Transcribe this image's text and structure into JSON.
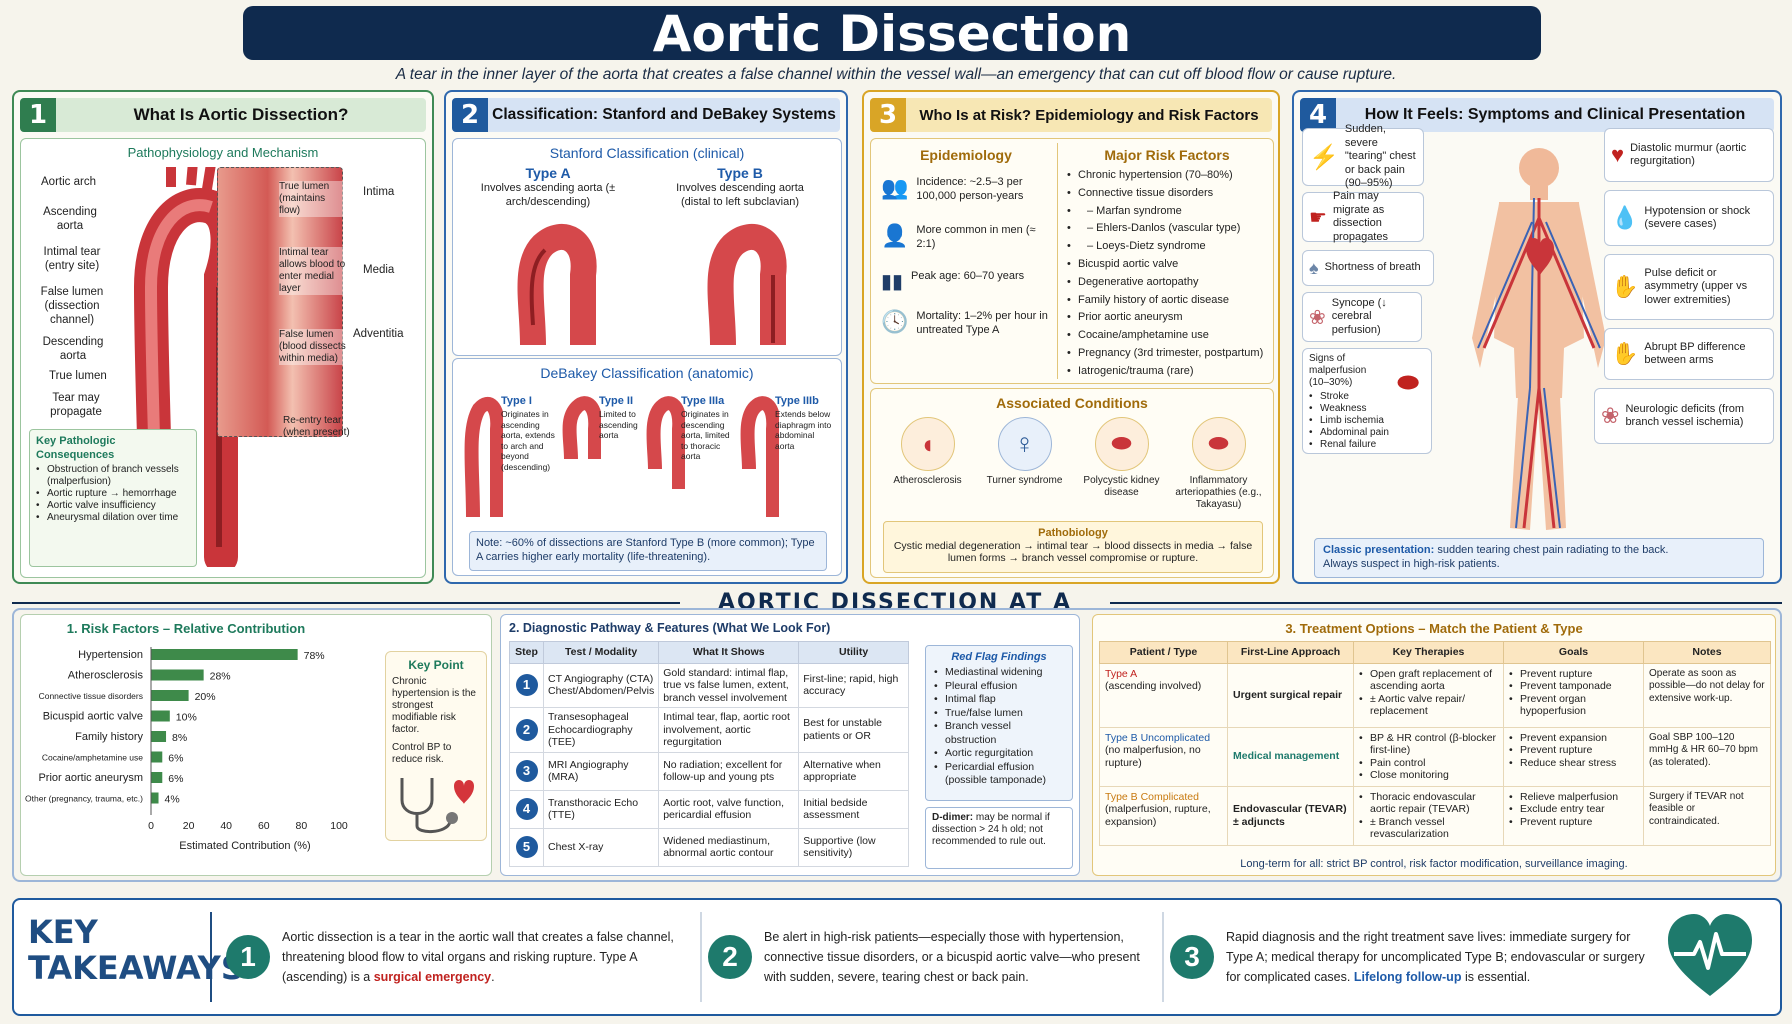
{
  "header": {
    "title": "Aortic Dissection",
    "subtitle": "A tear in the inner layer of the aorta that creates a false channel within the vessel wall—an emergency that can cut off blood flow or cause rupture."
  },
  "panel1": {
    "num": "1",
    "title": "What Is Aortic Dissection?",
    "sub": "Pathophysiology and Mechanism",
    "left_labels": [
      "Aortic arch",
      "Ascending aorta",
      "Intimal tear (entry site)",
      "False lumen (dissection channel)",
      "Descending aorta",
      "True lumen",
      "Tear may propagate"
    ],
    "inset_labels": [
      "True lumen (maintains flow)",
      "Intimal tear allows blood to enter medial layer",
      "False lumen (blood dissects within media)",
      "Re-entry tear (when present)"
    ],
    "layer_labels": [
      "Intima",
      "Media",
      "Adventitia"
    ],
    "consequences_title": "Key Pathologic Consequences",
    "consequences": [
      "Obstruction of branch vessels (malperfusion)",
      "Aortic rupture → hemorrhage",
      "Aortic valve insufficiency",
      "Aneurysmal dilation over time"
    ]
  },
  "panel2": {
    "num": "2",
    "title": "Classification: Stanford and DeBakey Systems",
    "stanford_title": "Stanford Classification",
    "stanford_tag": "(clinical)",
    "typeA_title": "Type A",
    "typeA_desc": "Involves ascending aorta (± arch/descending)",
    "typeB_title": "Type B",
    "typeB_desc": "Involves descending aorta (distal to left subclavian)",
    "debakey_title": "DeBakey Classification",
    "debakey_tag": "(anatomic)",
    "debakey": [
      {
        "name": "Type I",
        "desc": "Originates in ascending aorta, extends to arch and beyond (descending)"
      },
      {
        "name": "Type II",
        "desc": "Limited to ascending aorta"
      },
      {
        "name": "Type IIIa",
        "desc": "Originates in descending aorta, limited to thoracic aorta"
      },
      {
        "name": "Type IIIb",
        "desc": "Extends below diaphragm into abdominal aorta"
      }
    ],
    "note": "Note: ~60% of dissections are Stanford Type B (more common); Type A carries higher early mortality (life-threatening)."
  },
  "panel3": {
    "num": "3",
    "title": "Who Is at Risk? Epidemiology and Risk Factors",
    "epi_title": "Epidemiology",
    "epi": [
      "Incidence: ~2.5–3 per 100,000 person-years",
      "More common in men (≈ 2:1)",
      "Peak age: 60–70 years",
      "Mortality: 1–2% per hour in untreated Type A"
    ],
    "rf_title": "Major Risk Factors",
    "risk_factors": [
      "Chronic hypertension (70–80%)",
      "Connective tissue disorders",
      "– Marfan syndrome",
      "– Ehlers-Danlos (vascular type)",
      "– Loeys-Dietz syndrome",
      "Bicuspid aortic valve",
      "Degenerative aortopathy",
      "Family history of aortic disease",
      "Prior aortic aneurysm",
      "Cocaine/amphetamine use",
      "Pregnancy (3rd trimester, postpartum)",
      "Iatrogenic/trauma (rare)"
    ],
    "assoc_title": "Associated Conditions",
    "assoc": [
      "Atherosclerosis",
      "Turner syndrome",
      "Polycystic kidney disease",
      "Inflammatory arteriopathies (e.g., Takayasu)"
    ],
    "patho_title": "Pathobiology",
    "patho": "Cystic medial degeneration → intimal tear → blood dissects in media → false lumen forms → branch vessel compromise or rupture."
  },
  "panel4": {
    "num": "4",
    "title": "How It Feels: Symptoms and Clinical Presentation",
    "left": [
      "Sudden, severe \"tearing\" chest or back pain (90–95%)",
      "Pain may migrate as dissection propagates",
      "Shortness of breath",
      "Syncope (↓ cerebral perfusion)"
    ],
    "malperf_title": "Signs of malperfusion (10–30%)",
    "malperf": [
      "Stroke",
      "Weakness",
      "Limb ischemia",
      "Abdominal pain",
      "Renal failure"
    ],
    "right": [
      "Diastolic murmur (aortic regurgitation)",
      "Hypotension or shock (severe cases)",
      "Pulse deficit or asymmetry (upper vs lower extremities)",
      "Abrupt BP difference between arms",
      "Neurologic deficits (from branch vessel ischemia)"
    ],
    "classic_label": "Classic presentation:",
    "classic": "sudden tearing chest pain radiating to the back.",
    "classic2": "Always suspect in high-risk patients."
  },
  "glance_title": "AORTIC DISSECTION AT A GLANCE",
  "risk_chart": {
    "title": "1. Risk Factors – Relative Contribution",
    "xlabel": "Estimated Contribution (%)",
    "key_point_title": "Key Point",
    "key_point": "Chronic hypertension is the strongest modifiable risk factor.",
    "key_point2": "Control BP to reduce risk."
  },
  "chart_data": {
    "type": "bar",
    "orientation": "horizontal",
    "title": "1. Risk Factors – Relative Contribution",
    "xlabel": "Estimated Contribution (%)",
    "categories": [
      "Hypertension",
      "Atherosclerosis",
      "Connective tissue disorders",
      "Bicuspid aortic valve",
      "Family history",
      "Cocaine/amphetamine use",
      "Prior aortic aneurysm",
      "Other (pregnancy, trauma, etc.)"
    ],
    "values": [
      78,
      28,
      20,
      10,
      8,
      6,
      6,
      4
    ],
    "value_labels": [
      "78%",
      "28%",
      "20%",
      "10%",
      "8%",
      "6%",
      "6%",
      "4%"
    ],
    "xlim": [
      0,
      100
    ],
    "xticks": [
      "0",
      "20",
      "40",
      "60",
      "80",
      "100"
    ],
    "color": "#3e8a4a"
  },
  "diag": {
    "title": "2. Diagnostic Pathway & Features (What We Look For)",
    "headers": [
      "Step",
      "Test / Modality",
      "What It Shows",
      "Utility"
    ],
    "rows": [
      {
        "step": "1",
        "test": "CT Angiography (CTA) Chest/Abdomen/Pelvis",
        "shows": "Gold standard: intimal flap, true vs false lumen, extent, branch vessel involvement",
        "utility": "First-line; rapid, high accuracy"
      },
      {
        "step": "2",
        "test": "Transesophageal Echocardiography (TEE)",
        "shows": "Intimal tear, flap, aortic root involvement, aortic regurgitation",
        "utility": "Best for unstable patients or OR"
      },
      {
        "step": "3",
        "test": "MRI Angiography (MRA)",
        "shows": "No radiation; excellent for follow-up and young pts",
        "utility": "Alternative when appropriate"
      },
      {
        "step": "4",
        "test": "Transthoracic Echo (TTE)",
        "shows": "Aortic root, valve function, pericardial effusion",
        "utility": "Initial bedside assessment"
      },
      {
        "step": "5",
        "test": "Chest X-ray",
        "shows": "Widened mediastinum, abnormal aortic contour",
        "utility": "Supportive (low sensitivity)"
      }
    ],
    "redflag_title": "Red Flag Findings",
    "redflags": [
      "Mediastinal widening",
      "Pleural effusion",
      "Intimal flap",
      "True/false lumen",
      "Branch vessel obstruction",
      "Aortic regurgitation",
      "Pericardial effusion (possible tamponade)"
    ],
    "ddimer_label": "D-dimer:",
    "ddimer": "may be normal if dissection > 24 h old; not recommended to rule out."
  },
  "treat": {
    "title": "3. Treatment Options – Match the Patient & Type",
    "headers": [
      "Patient / Type",
      "First-Line Approach",
      "Key Therapies",
      "Goals",
      "Notes"
    ],
    "rows": [
      {
        "type": "Type A",
        "type_sub": "(ascending involved)",
        "approach": "Urgent surgical repair",
        "therapies": [
          "Open graft replacement of ascending aorta",
          "± Aortic valve repair/ replacement"
        ],
        "goals": [
          "Prevent rupture",
          "Prevent tamponade",
          "Prevent organ hypoperfusion"
        ],
        "notes": "Operate as soon as possible—do not delay for extensive work-up."
      },
      {
        "type": "Type B Uncomplicated",
        "type_sub": "(no malperfusion, no rupture)",
        "approach": "Medical management",
        "therapies": [
          "BP & HR control (β-blocker first-line)",
          "Pain control",
          "Close monitoring"
        ],
        "goals": [
          "Prevent expansion",
          "Prevent rupture",
          "Reduce shear stress"
        ],
        "notes": "Goal SBP 100–120 mmHg & HR 60–70 bpm (as tolerated)."
      },
      {
        "type": "Type B Complicated",
        "type_sub": "(malperfusion, rupture, expansion)",
        "approach": "Endovascular (TEVAR) ± adjuncts",
        "therapies": [
          "Thoracic endovascular aortic repair (TEVAR)",
          "± Branch vessel revascularization"
        ],
        "goals": [
          "Relieve malperfusion",
          "Exclude entry tear",
          "Prevent rupture"
        ],
        "notes": "Surgery if TEVAR not feasible or contraindicated."
      }
    ],
    "longterm": "Long-term for all: strict BP control, risk factor modification, surveillance imaging."
  },
  "takeaways": {
    "title_line1": "KEY",
    "title_line2": "TAKEAWAYS",
    "items": [
      {
        "num": "1",
        "text": "Aortic dissection is a tear in the aortic wall that creates a false channel, threatening blood flow to vital organs and risking rupture. Type A (ascending) is a ",
        "emph": "surgical emergency",
        "tail": "."
      },
      {
        "num": "2",
        "text": "Be alert in high-risk patients—especially those with hypertension, connective tissue disorders, or a bicuspid aortic valve—who present with sudden, severe, tearing chest or back pain.",
        "emph": "",
        "tail": ""
      },
      {
        "num": "3",
        "text": "Rapid diagnosis and the right treatment save lives: immediate surgery for Type A; medical therapy for uncomplicated Type B; endovascular or surgery for complicated cases. ",
        "emph": "Lifelong follow-up",
        "tail": " is essential."
      }
    ]
  },
  "colors": {
    "navy": "#0f2a4e",
    "green_panel": "#2f7d4f",
    "blue_panel": "#1f5a9e",
    "gold_panel": "#d9a526",
    "aorta_red": "#c9353a",
    "teal": "#1e7a6c"
  }
}
